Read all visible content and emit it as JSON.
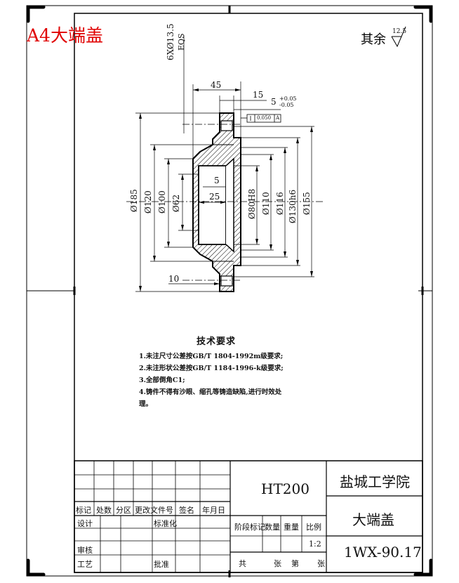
{
  "sheet": {
    "corner_title": "A4大端盖",
    "surface_rest": "其余",
    "surface_rest_value": "12.5"
  },
  "drawing": {
    "dims": {
      "holes": "6XØ13.5",
      "holes_eqs": "EQS",
      "w45": "45",
      "w15": "15",
      "tol": "5",
      "tol_plus": "+0.05",
      "tol_minus": "-0.05",
      "geom_tol": "0.050",
      "datum": "A",
      "d185": "Ø185",
      "d120": "Ø120",
      "d100": "Ø100",
      "d62": "Ø62",
      "d80": "Ø80H8",
      "d110": "Ø110",
      "d116": "Ø116",
      "d130": "Ø130h6",
      "d155": "Ø155",
      "d5": "5",
      "d25": "25",
      "d10": "10"
    }
  },
  "notes": {
    "title": "技术要求",
    "items": [
      "1.未注尺寸公差按GB/T 1804-1992m级要求;",
      "2.未注形状公差按GB/T 1184-1996-k级要求;",
      "3.全部倒角C1;",
      "4.铸件不得有沙眼、缩孔等铸造缺陷,进行时效处",
      "理。"
    ]
  },
  "titleblock": {
    "material": "HT200",
    "school": "盐城工学院",
    "part_name": "大端盖",
    "drawing_no": "1WX-90.17",
    "scale_label": "比例",
    "scale": "1:2",
    "stage_label": "阶段标记",
    "qty_label": "数量",
    "weight_label": "重量",
    "mark": "标记",
    "count": "处数",
    "zone": "分区",
    "doc": "更改文件号",
    "sign": "签名",
    "date": "年月日",
    "design": "设计",
    "std": "标准化",
    "review": "审核",
    "process": "工艺",
    "approve": "批准",
    "total": "共",
    "sheets": "张",
    "sheet_no": "第",
    "sheets2": "张"
  }
}
